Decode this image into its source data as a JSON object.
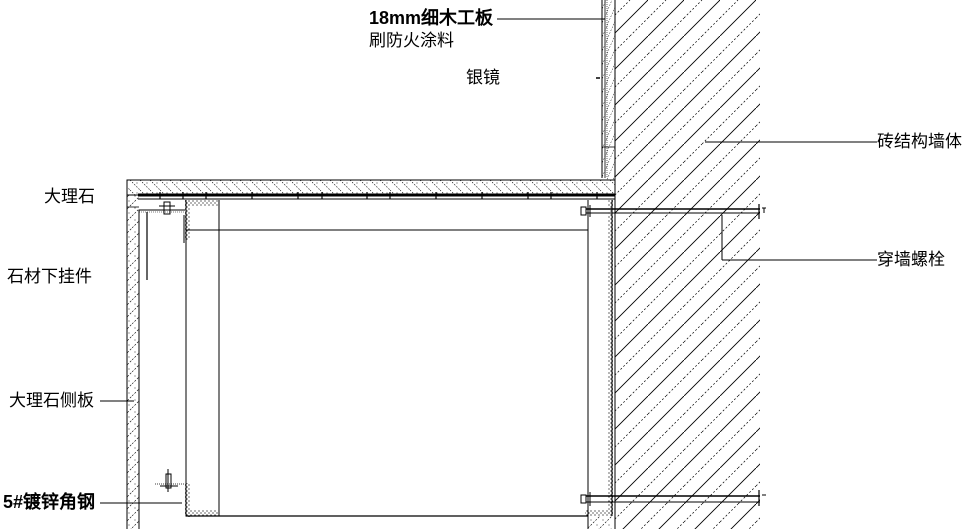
{
  "drawing": {
    "type": "construction-section-detail",
    "line_color": "#000000",
    "background": "#ffffff"
  },
  "labels": {
    "plywood_line1": "18mm细木工板",
    "plywood_line2": "刷防火涂料",
    "mirror": "银镜",
    "brick_wall": "砖结构墙体",
    "marble": "大理石",
    "stone_hanger": "石材下挂件",
    "through_bolt": "穿墙螺栓",
    "marble_side_panel": "大理石侧板",
    "angle_steel": "5#镀锌角钢"
  }
}
